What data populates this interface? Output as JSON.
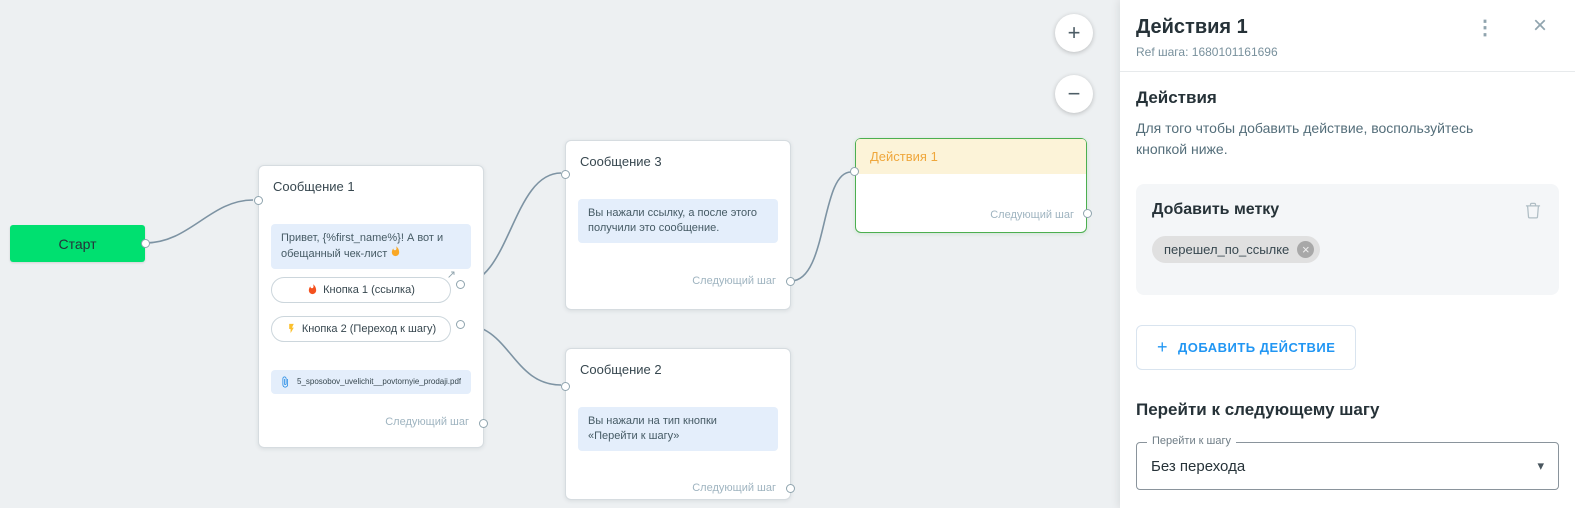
{
  "canvas": {
    "start": {
      "label": "Старт"
    },
    "message1": {
      "title": "Сообщение 1",
      "text": "Привет, {%first_name%}! А вот и обещанный чек-лист",
      "button1_label": "Кнопка 1 (ссылка)",
      "button2_label": "Кнопка 2 (Переход к шагу)",
      "attachment_name": "5_sposobov_uvelichit__povtornyie_prodaji.pdf",
      "next_step": "Следующий шаг"
    },
    "message3": {
      "title": "Сообщение 3",
      "text": "Вы нажали ссылку, а после этого получили это сообщение.",
      "next_step": "Следующий шаг"
    },
    "message2": {
      "title": "Сообщение 2",
      "text": "Вы нажали на тип кнопки «Перейти к шагу»",
      "next_step": "Следующий шаг"
    },
    "actions": {
      "title": "Действия 1",
      "next_step": "Следующий шаг"
    }
  },
  "panel": {
    "title": "Действия 1",
    "ref_label": "Ref шага: 1680101161696",
    "actions_section": {
      "heading": "Действия",
      "description": "Для того чтобы добавить действие, воспользуйтесь кнопкой ниже.",
      "card_title": "Добавить метку",
      "tag": "перешел_по_ссылке",
      "add_action_label": "ДОБАВИТЬ ДЕЙСТВИЕ"
    },
    "next_step_section": {
      "heading": "Перейти к следующему шагу",
      "select_label": "Перейти к шагу",
      "select_value": "Без перехода"
    }
  },
  "icons": {
    "zoom_in": "+",
    "zoom_out": "−",
    "kebab": "⋮",
    "close": "×",
    "chip_remove": "×",
    "external_link": "↗",
    "select_caret": "▾",
    "add_plus": "+"
  },
  "colors": {
    "start_green": "#00e070",
    "selected_border_green": "#4caf50",
    "actions_header_bg": "#fcf3d8",
    "actions_title_orange": "#efa73c",
    "accent_blue": "#2196f3",
    "bubble_blue": "#e4eefb",
    "edge_gray": "#7d93a3",
    "canvas_bg": "#edf0f2"
  }
}
